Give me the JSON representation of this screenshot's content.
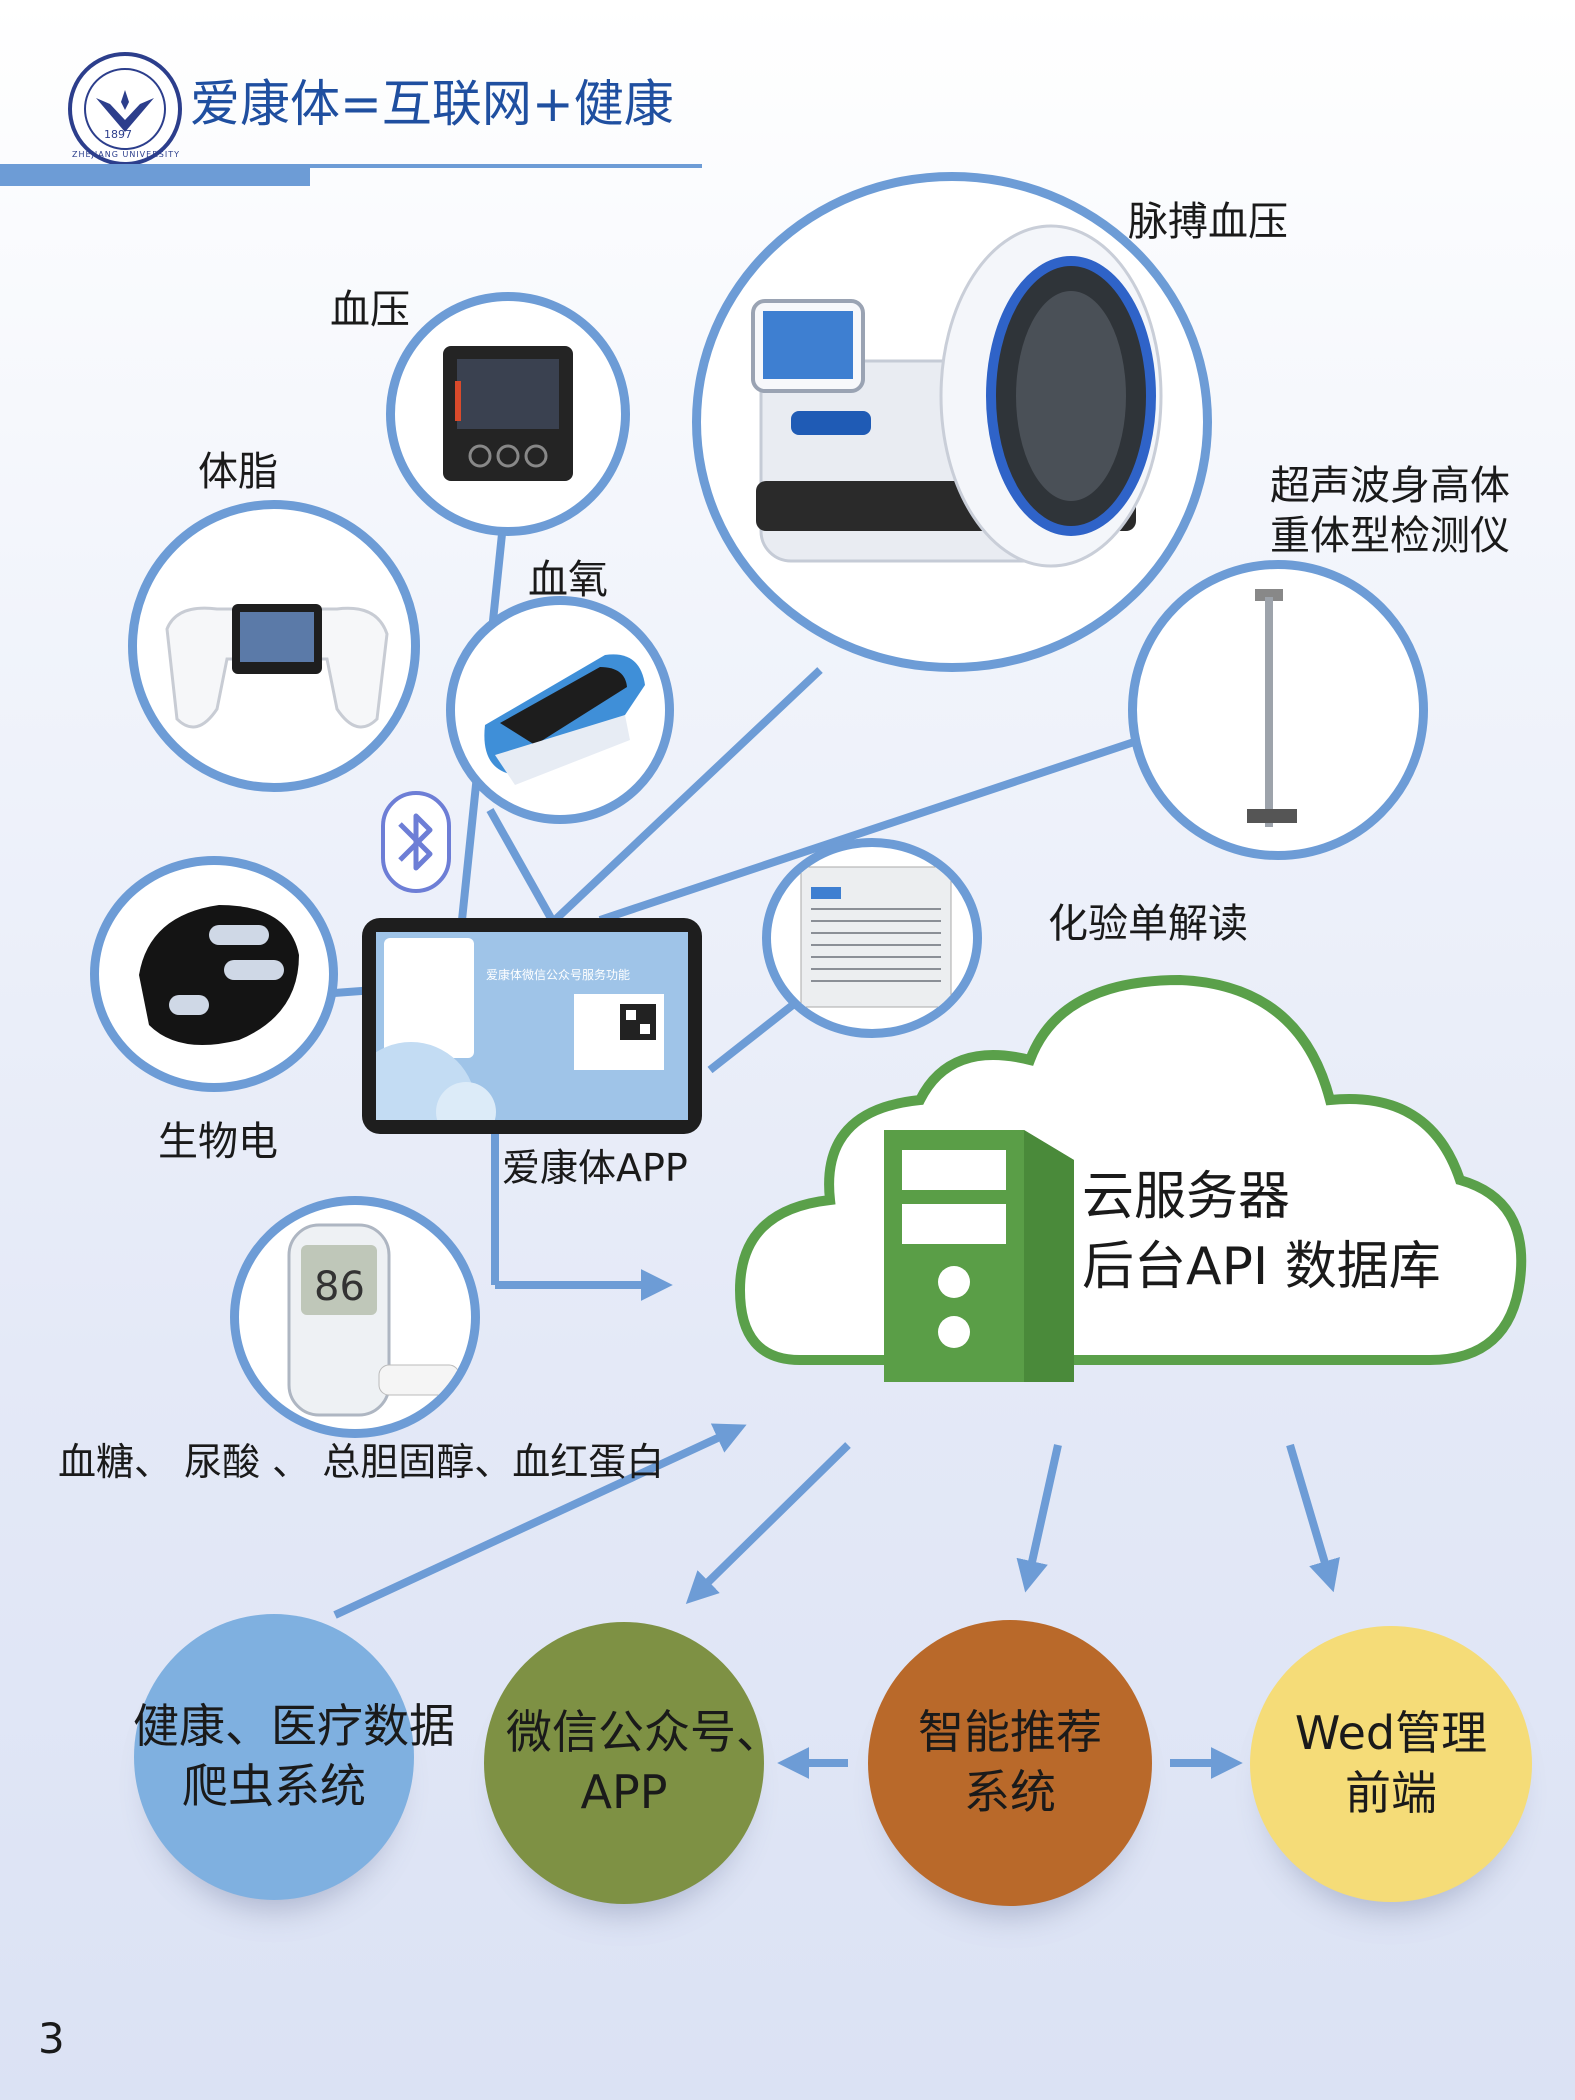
{
  "header": {
    "title": "爱康体=互联网+健康"
  },
  "devices": {
    "pulse_bp": "脉搏血压",
    "blood_pressure": "血压",
    "body_fat": "体脂",
    "blood_oxygen": "血氧",
    "height_weight_line1": "超声波身高体",
    "height_weight_line2": "重体型检测仪",
    "lab_report": "化验单解读",
    "bioelectric": "生物电",
    "glucose": "血糖、 尿酸 、 总胆固醇、血红蛋白"
  },
  "app": {
    "label": "爱康体APP",
    "screen_title": "爱康体微信公众号服务功能"
  },
  "cloud": {
    "line1": "云服务器",
    "line2": "后台API 数据库"
  },
  "bottom": {
    "crawler_line1": "健康、医疗数据",
    "crawler_line2": "爬虫系统",
    "wechat_line1": "微信公众号、",
    "wechat_line2": "APP",
    "recommend_line1": "智能推荐",
    "recommend_line2": "系统",
    "web_line1": "Wed管理",
    "web_line2": "前端"
  },
  "page_number": "3",
  "logo": {
    "text": "ZHEJIANG UNIVERSITY",
    "year": "1897"
  }
}
